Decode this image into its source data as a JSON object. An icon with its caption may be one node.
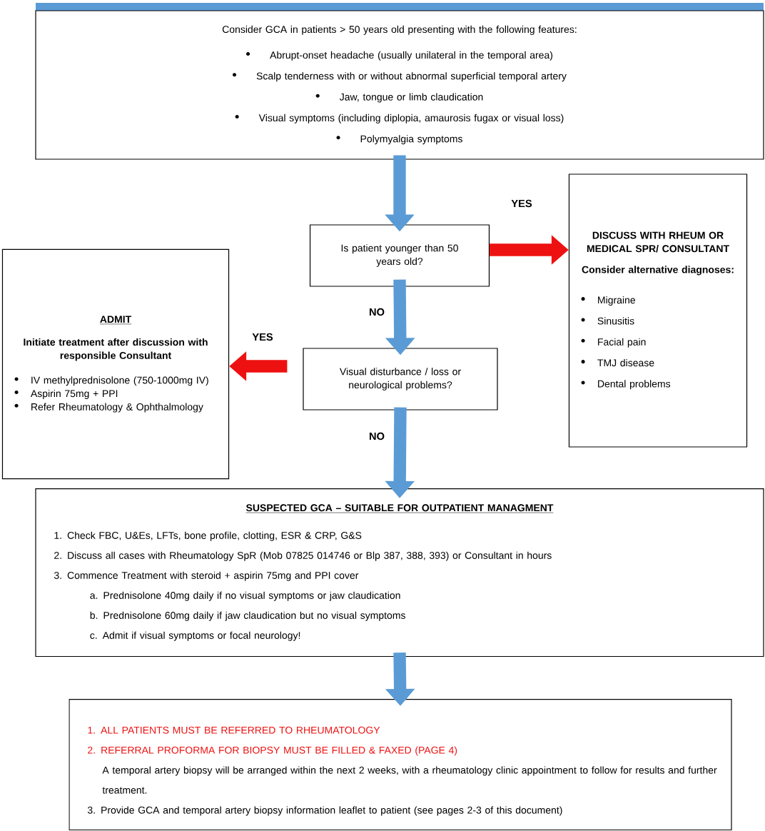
{
  "diagram": {
    "nodes": [
      {
        "text": [
          "Consider GCA in patients > 50 years old presenting with the following features:",
          "Abrupt-onset headache (usually unilateral in the temporal area)",
          "Scalp tenderness with or without abnormal superficial temporal artery",
          "Jaw, tongue or limb claudication",
          "Visual symptoms (including diplopia, amaurosis fugax or visual loss)",
          "Polymyalgia symptoms"
        ]
      },
      {
        "text": [
          "Is patient younger than 50 years old?"
        ]
      },
      {
        "text": [
          "DISCUSS WITH RHEUM OR MEDICAL SPR/ CONSULTANT",
          "Consider alternative diagnoses:",
          "Migraine",
          "Sinusitis",
          "Facial pain",
          "TMJ disease",
          "Dental problems"
        ]
      },
      {
        "text": [
          "Visual disturbance / loss or neurological problems?"
        ]
      },
      {
        "text": [
          "ADMIT",
          "Initiate treatment after discussion with responsible Consultant",
          "IV methylprednisolone (750-1000mg IV)",
          "Aspirin 75mg + PPI",
          "Refer Rheumatology & Ophthalmology"
        ]
      },
      {
        "text": [
          "SUSPECTED GCA – SUITABLE FOR OUTPATIENT MANAGMENT",
          "1. Check FBC, U&Es, LFTs, bone profile, clotting, ESR & CRP, G&S",
          "2. Discuss all cases with Rheumatology SpR (Mob 07825 014746 or Blp 387, 388, 393) or Consultant in hours",
          "3. Commence Treatment with steroid + aspirin 75mg and PPI cover",
          "a. Prednisolone 40mg daily if no visual symptoms or jaw claudication",
          "b. Prednisolone 60mg daily if jaw claudication but no visual symptoms",
          "c. Admit if visual symptoms or focal neurology!"
        ]
      },
      {
        "text": [
          "1. ALL PATIENTS MUST BE REFERRED TO RHEUMATOLOGY",
          "2. REFERRAL PROFORMA FOR BIOPSY MUST BE FILLED & FAXED (PAGE 4)",
          "A temporal artery biopsy will be arranged within the next 2 weeks, with a rheumatology clinic appointment to follow for results and further treatment.",
          "3. Provide GCA and temporal artery biopsy information leaflet to patient (see pages 2-3 of this document)"
        ]
      }
    ],
    "edges": [
      {
        "from": 0,
        "to": 1,
        "arrow": "to"
      },
      {
        "from": 1,
        "to": 2,
        "arrow": "to",
        "label": "YES",
        "color": "#ee1111"
      },
      {
        "from": 1,
        "to": 3,
        "arrow": "to",
        "label": "NO"
      },
      {
        "from": 3,
        "to": 4,
        "arrow": "to",
        "label": "YES",
        "color": "#ee1111"
      },
      {
        "from": 3,
        "to": 5,
        "arrow": "to",
        "label": "NO"
      },
      {
        "from": 5,
        "to": 6,
        "arrow": "to"
      }
    ]
  }
}
